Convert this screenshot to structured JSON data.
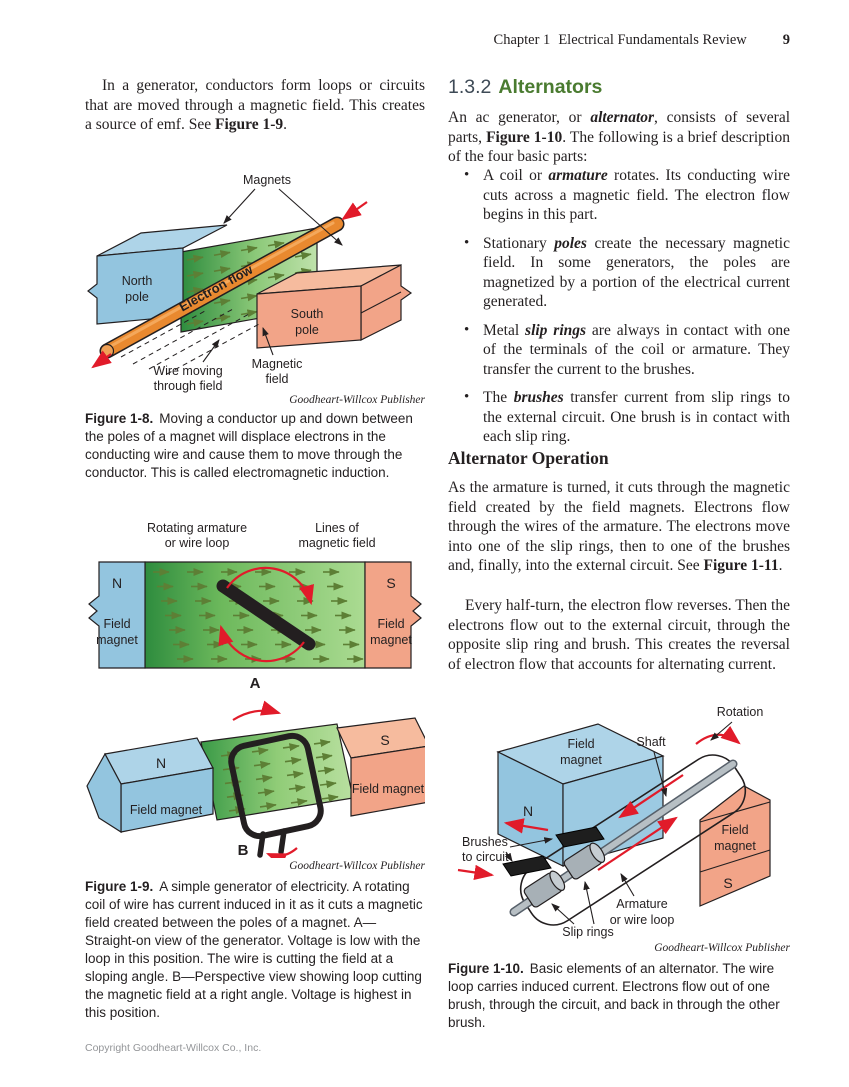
{
  "colors": {
    "magnet_blue": "#93c5df",
    "magnet_blue_top": "#aed4e8",
    "magnet_salmon": "#f2a488",
    "magnet_salmon_top": "#f6bb9e",
    "field_green_dark": "#2e8c3e",
    "field_green_light": "#bfe2ab",
    "arrow_olive": "#5d7f35",
    "arrow_red": "#e11b2a",
    "rod_orange": "#e9892f",
    "heading_green": "#4a7b30",
    "heading_slate": "#3e4a56",
    "ink": "#231f20"
  },
  "header": {
    "chapter": "Chapter 1",
    "title": "Electrical Fundamentals Review",
    "page_number": "9"
  },
  "left_column": {
    "intro": {
      "t1": "In a generator, conductors form loops or circuits that are moved through a magnetic field. This creates a source of emf. See ",
      "figure_ref": "Figure 1-9",
      "t2": "."
    },
    "figure8": {
      "labels": {
        "magnets": "Magnets",
        "north_1": "North",
        "north_2": "pole",
        "south_1": "South",
        "south_2": "pole",
        "electron_flow": "Electron flow",
        "magnetic_field_1": "Magnetic",
        "magnetic_field_2": "field",
        "wire_moving_1": "Wire moving",
        "wire_moving_2": "through field"
      },
      "credit": "Goodheart-Willcox Publisher",
      "caption_label": "Figure 1-8.",
      "caption_text": "Moving a conductor up and down between the poles of a magnet will displace electrons in the conducting wire and cause them to move through the conductor. This is called electromagnetic induction."
    },
    "figure9": {
      "a": {
        "rotating_1": "Rotating armature",
        "rotating_2": "or wire loop",
        "lines_1": "Lines of",
        "lines_2": "magnetic field",
        "n": "N",
        "s": "S",
        "field_l1": "Field",
        "field_l2": "magnet",
        "field_r1": "Field",
        "field_r2": "magnet",
        "sub": "A"
      },
      "b": {
        "n": "N",
        "s": "S",
        "field_magnet_left": "Field magnet",
        "field_magnet_right": "Field magnet",
        "sub": "B"
      },
      "credit": "Goodheart-Willcox Publisher",
      "caption_label": "Figure 1-9.",
      "caption_text": "A simple generator of electricity. A rotating coil of wire has current induced in it as it cuts a magnetic field created between the poles of a magnet. A—Straight-on view of the generator. Voltage is low with the loop in this position. The wire is cutting the field at a sloping angle. B—Perspective view showing loop cutting the magnetic field at a right angle. Voltage is highest in this position."
    },
    "copyright": "Copyright Goodheart-Willcox Co., Inc."
  },
  "right_column": {
    "section_heading": {
      "number": "1.3.2",
      "title": "Alternators"
    },
    "intro": {
      "t1": "An ac generator, or ",
      "em1": "alternator",
      "t2": ", consists of several parts, ",
      "ref": "Figure 1-10",
      "t3": ". The following is a brief description of the four basic parts:"
    },
    "bullets": [
      {
        "t1": "A coil or ",
        "em": "armature",
        "t2": " rotates. Its conducting wire cuts across a magnetic field. The electron flow begins in this part."
      },
      {
        "t1": "Stationary ",
        "em": "poles",
        "t2": " create the necessary magnetic field. In some generators, the poles are magnetized by a portion of the electrical current generated."
      },
      {
        "t1": "Metal ",
        "em": "slip rings",
        "t2": " are always in contact with one of the terminals of the coil or armature. They transfer the current to the brushes."
      },
      {
        "t1": "The ",
        "em": "brushes",
        "t2": " transfer current from slip rings to the external circuit. One brush is in contact with each slip ring."
      }
    ],
    "operation": {
      "heading": "Alternator Operation",
      "p1": {
        "t1": "As the armature is turned, it cuts through the magnetic field created by the field magnets. Electrons flow through the wires of the armature. The electrons move into one of the slip rings, then to one of the brushes and, finally, into the external circuit. See ",
        "ref": "Figure 1-11",
        "t2": "."
      },
      "p2": "Every half-turn, the electron flow reverses. Then the electrons flow out to the external circuit, through the opposite slip ring and brush. This creates the reversal of electron flow that accounts for alternating current."
    },
    "figure10": {
      "labels": {
        "rotation": "Rotation",
        "shaft": "Shaft",
        "field_n1": "Field",
        "field_n2": "magnet",
        "n": "N",
        "field_s1": "Field",
        "field_s2": "magnet",
        "s": "S",
        "brushes_1": "Brushes",
        "brushes_2": "to circuit",
        "slip_rings": "Slip rings",
        "armature_1": "Armature",
        "armature_2": "or wire loop"
      },
      "credit": "Goodheart-Willcox Publisher",
      "caption_label": "Figure 1-10.",
      "caption_text": "Basic elements of an alternator. The wire loop carries induced current. Electrons flow out of one brush, through the circuit, and back in through the other brush."
    }
  }
}
